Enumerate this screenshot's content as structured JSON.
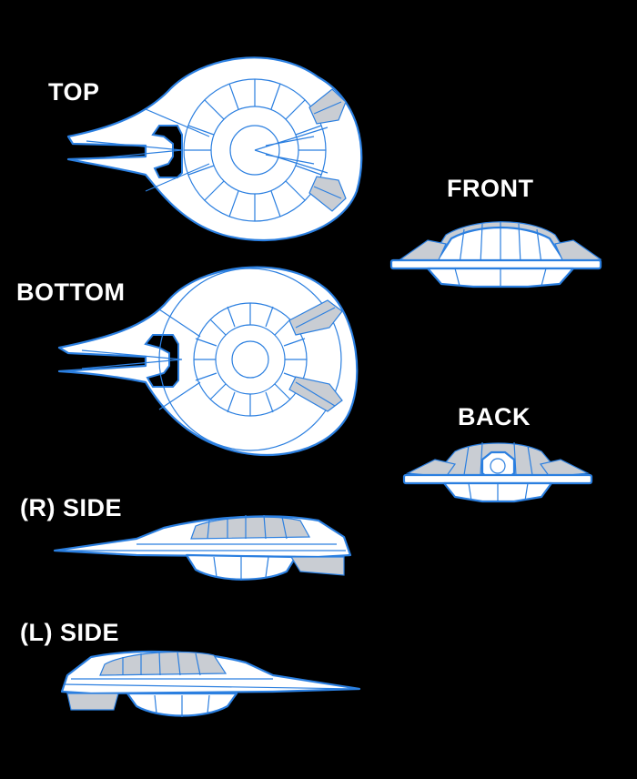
{
  "labels": {
    "top": "TOP",
    "front": "FRONT",
    "bottom": "BOTTOM",
    "back": "BACK",
    "right_side": "(R) SIDE",
    "left_side": "(L) SIDE"
  },
  "colors": {
    "background": "#000000",
    "hull": "#ffffff",
    "wireframe": "#2b7fe0",
    "shade": "#c9cdd3"
  }
}
